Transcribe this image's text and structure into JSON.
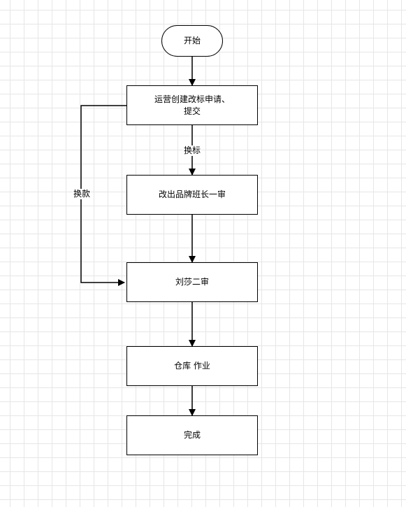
{
  "nodes": {
    "start": "开始",
    "create": "运营创建改标申请、\n提交",
    "review1": "改出品牌班长一审",
    "review2": "刘莎二审",
    "warehouse": "仓库 作业",
    "done": "完成"
  },
  "edges": {
    "swap_label": "换标",
    "change_label": "换款"
  },
  "colors": {
    "stroke": "#000000",
    "grid": "#e6e6e6",
    "fill": "#ffffff"
  }
}
